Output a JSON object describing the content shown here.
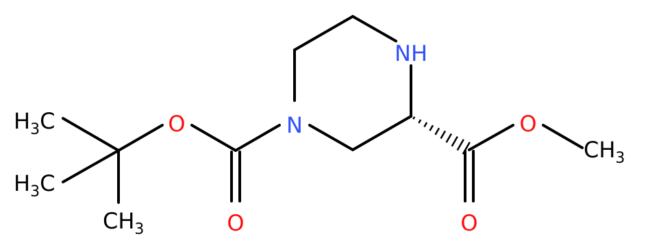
{
  "colors": {
    "bond": "#000000",
    "carbon": "#000000",
    "oxygen": "#ff0d0d",
    "nitrogen": "#3050f8"
  },
  "atoms": {
    "nh": {
      "main": "NH",
      "sub": ""
    },
    "n_ring": {
      "main": "N",
      "sub": ""
    },
    "o_boc_ether": {
      "main": "O",
      "sub": ""
    },
    "o_boc_carbonyl": {
      "main": "O",
      "sub": ""
    },
    "o_ester_ether": {
      "main": "O",
      "sub": ""
    },
    "o_ester_carbonyl": {
      "main": "O",
      "sub": ""
    },
    "ch3_ester": {
      "main": "CH",
      "sub": "3"
    },
    "h3c_top": {
      "main": "H",
      "sub": "3",
      "tail": "C"
    },
    "h3c_mid": {
      "main": "H",
      "sub": "3",
      "tail": "C"
    },
    "ch3_bottom": {
      "main": "CH",
      "sub": "3"
    }
  }
}
